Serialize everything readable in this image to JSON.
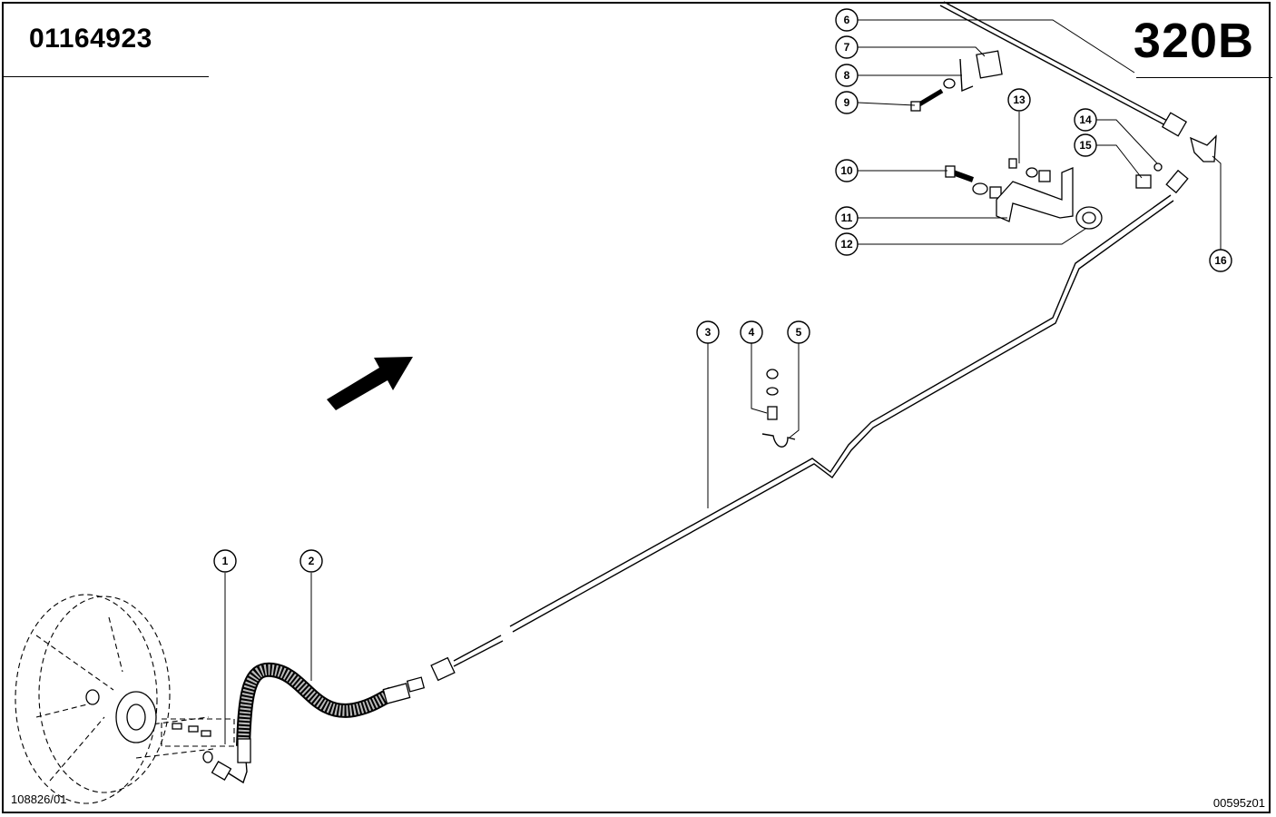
{
  "header": {
    "part_number": "01164923",
    "model": "320B"
  },
  "footer": {
    "left_code": "108826/01",
    "right_code": "00595z01"
  },
  "callouts": [
    "1",
    "2",
    "3",
    "4",
    "5",
    "6",
    "7",
    "8",
    "9",
    "10",
    "11",
    "12",
    "13",
    "14",
    "15",
    "16"
  ]
}
